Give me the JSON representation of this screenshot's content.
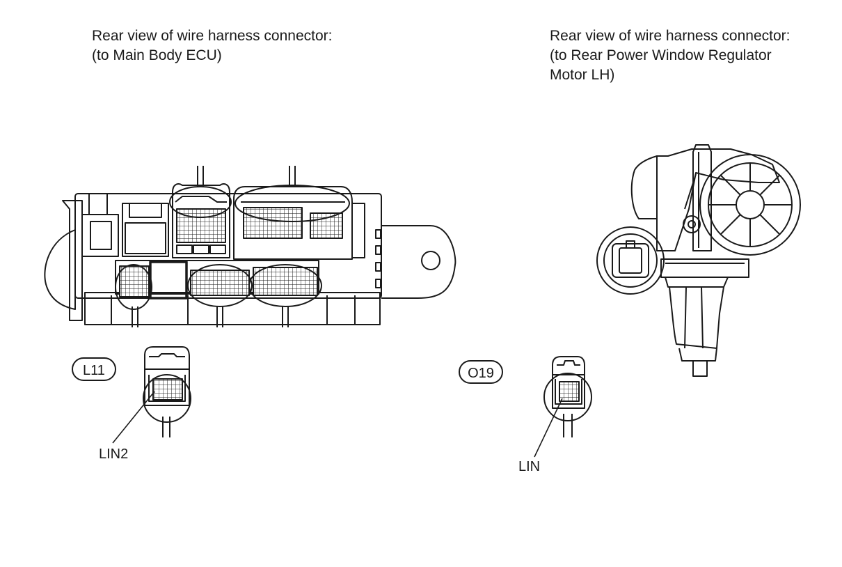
{
  "left_caption": {
    "line1": "Rear view of wire harness connector:",
    "line2": "(to Main Body ECU)"
  },
  "right_caption": {
    "line1": "Rear view of wire harness connector:",
    "line2": "(to Rear Power Window Regulator",
    "line3": "Motor LH)"
  },
  "connectors": {
    "left_code": "L11",
    "right_code": "O19"
  },
  "pins": {
    "left_pin": "LIN2",
    "right_pin": "LIN"
  },
  "colors": {
    "line": "#1a1a1a",
    "background": "#ffffff"
  }
}
